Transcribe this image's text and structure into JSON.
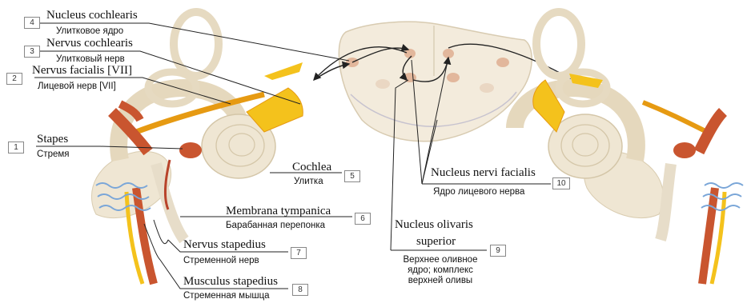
{
  "labels": [
    {
      "num": "4",
      "latin": "Nucleus cochlearis",
      "russian": "Улитковое ядро"
    },
    {
      "num": "3",
      "latin": "Nervus cochlearis",
      "russian": "Улитковый нерв"
    },
    {
      "num": "2",
      "latin": "Nervus facialis [VII]",
      "russian": "Лицевой нерв [VII]"
    },
    {
      "num": "1",
      "latin": "Stapes",
      "russian": "Стремя"
    },
    {
      "num": "5",
      "latin": "Cochlea",
      "russian": "Улитка"
    },
    {
      "num": "6",
      "latin": "Membrana tympanica",
      "russian": "Барабанная перепонка"
    },
    {
      "num": "7",
      "latin": "Nervus stapedius",
      "russian": "Стременной нерв"
    },
    {
      "num": "8",
      "latin": "Musculus stapedius",
      "russian": "Стременная мышца"
    },
    {
      "num": "9",
      "latin_line1": "Nucleus olivaris",
      "latin_line2": "superior",
      "russian_line1": "Верхнее оливное",
      "russian_line2": "ядро; комплекс",
      "russian_line3": "верхней оливы"
    },
    {
      "num": "10",
      "latin": "Nucleus nervi facialis",
      "russian": "Ядро лицевого нерва"
    }
  ],
  "colors": {
    "bone": "#efe6d3",
    "bone_shade": "#d9ccb0",
    "nerve_yellow": "#f4c21c",
    "nerve_orange": "#e69a12",
    "muscle": "#c9552f",
    "brainstem": "#f3ebdc",
    "nucleus": "#e2b79c",
    "waves": "#7aa6d8",
    "line": "#222222"
  }
}
